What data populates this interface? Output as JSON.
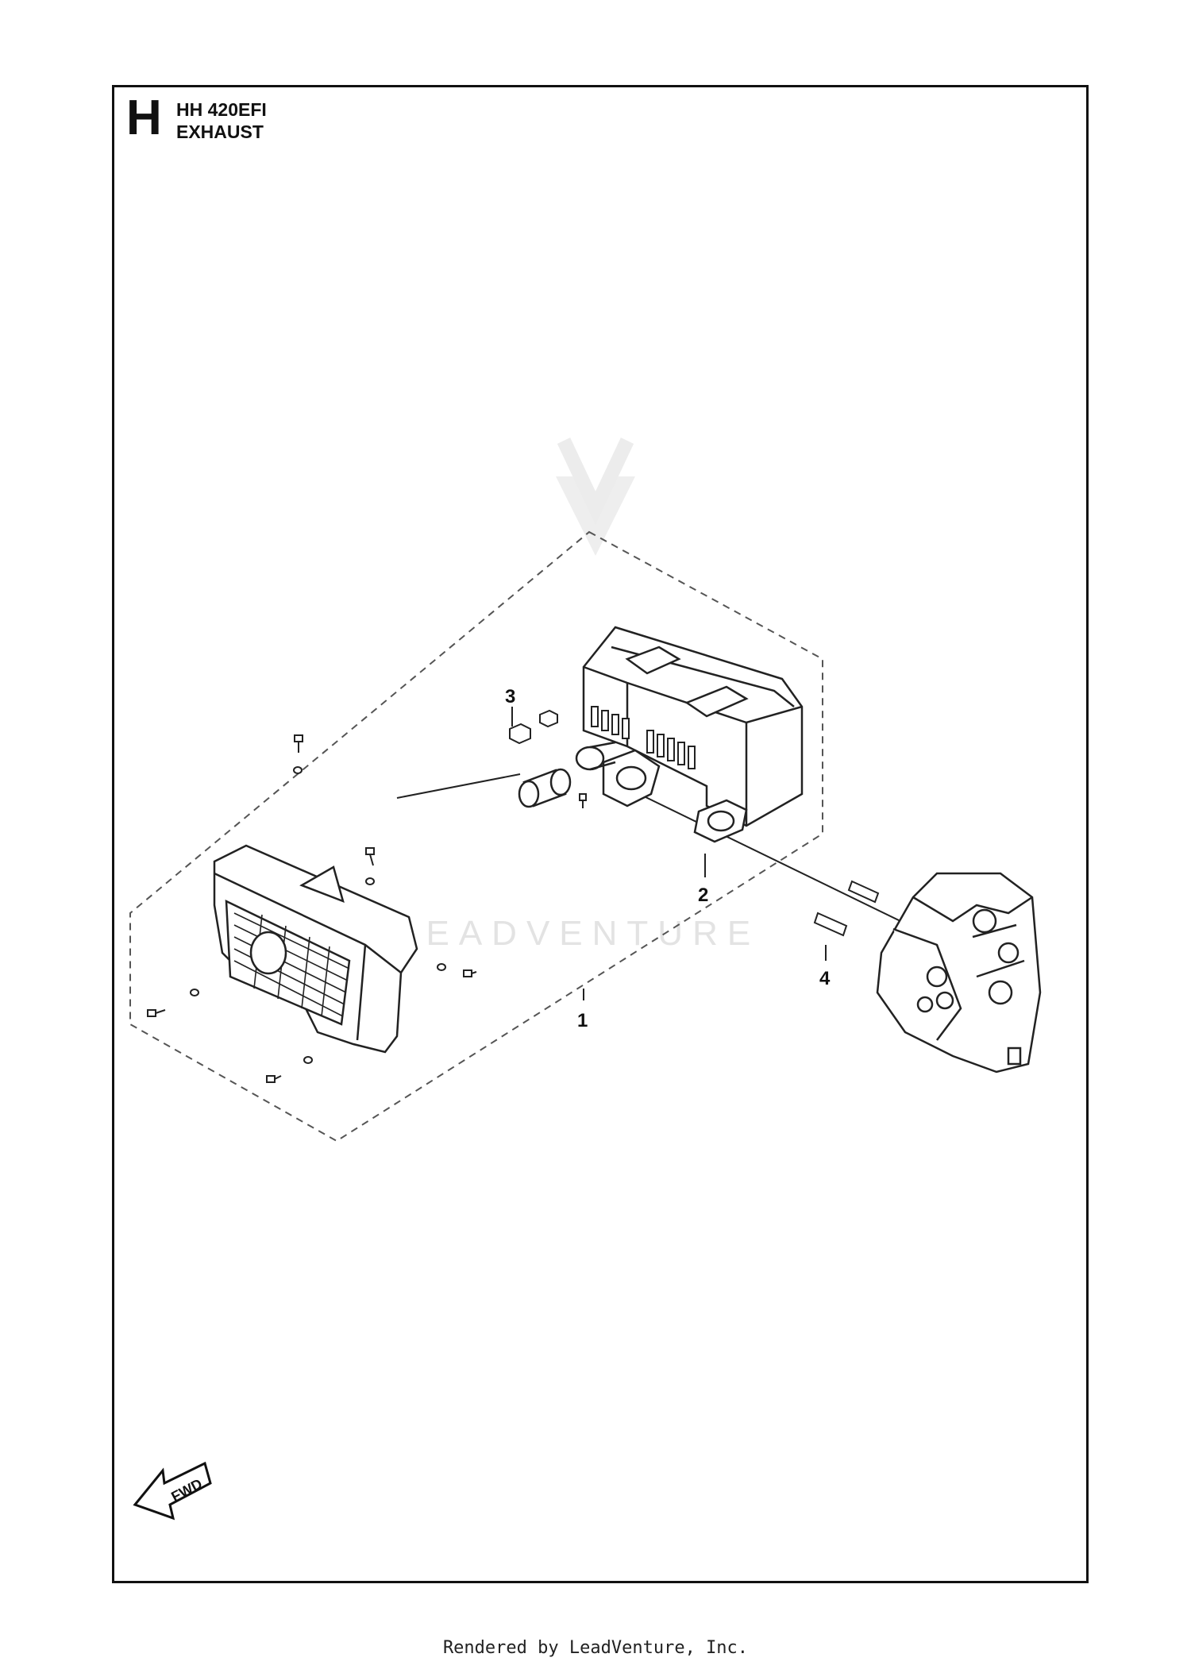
{
  "header": {
    "section_letter": "H",
    "model": "HH 420EFI",
    "assembly": "EXHAUST"
  },
  "callouts": [
    "1",
    "2",
    "3",
    "4"
  ],
  "watermark": "LEADVENTURE",
  "fwd_label": "FWD",
  "footer": "Rendered by LeadVenture, Inc."
}
